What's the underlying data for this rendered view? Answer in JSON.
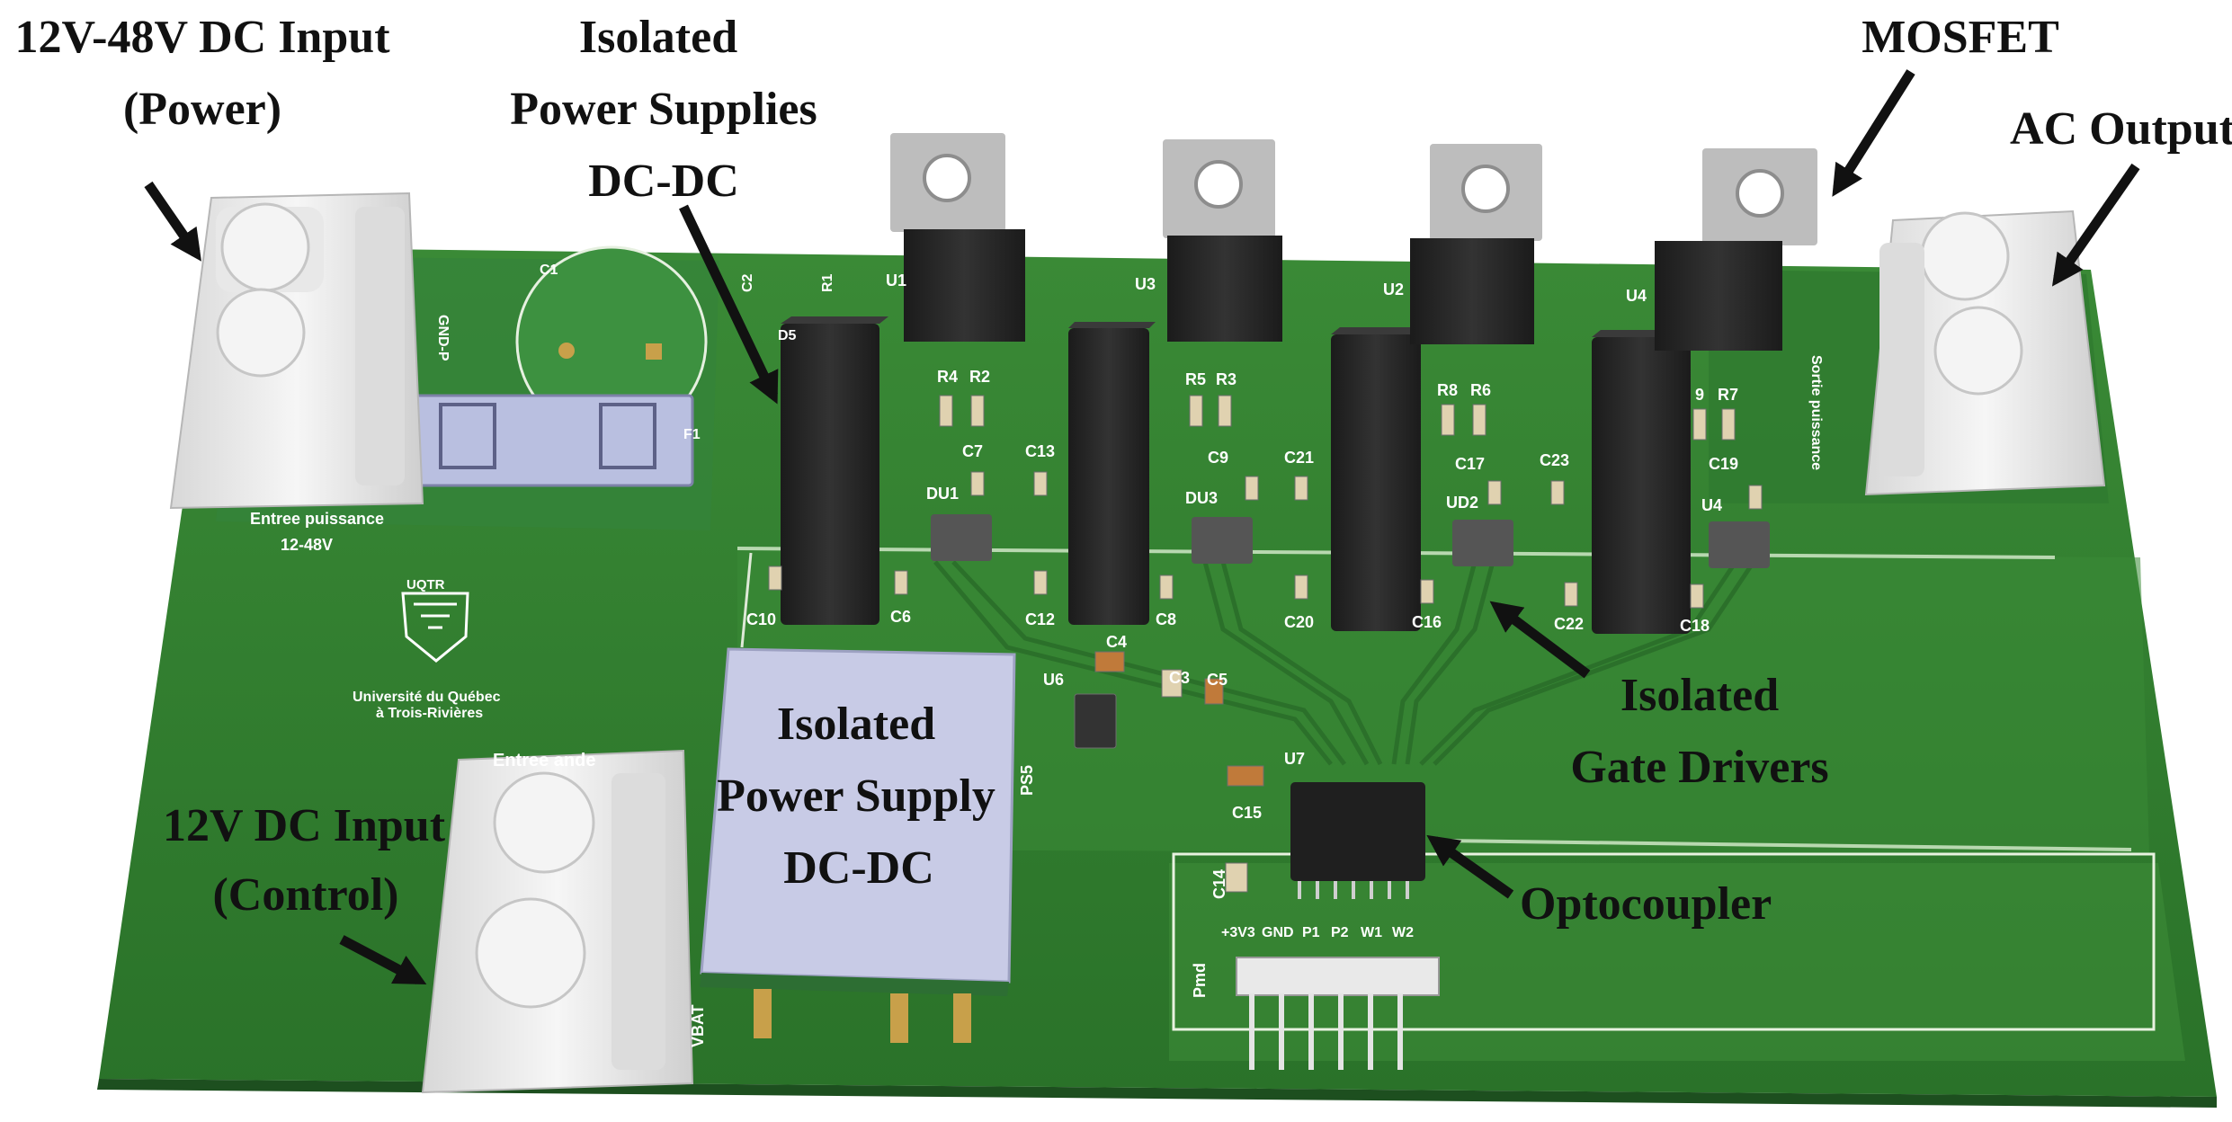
{
  "callouts": {
    "dc_input_power_l1": "12V-48V DC Input",
    "dc_input_power_l2": "(Power)",
    "isolated_supplies_l1": "Isolated",
    "isolated_supplies_l2": "Power Supplies",
    "isolated_supplies_l3": "DC-DC",
    "mosfet": "MOSFET",
    "ac_output": "AC Output",
    "gate_drivers_l1": "Isolated",
    "gate_drivers_l2": "Gate Drivers",
    "optocoupler": "Optocoupler",
    "control_input_l1": "12V DC Input",
    "control_input_l2": "(Control)",
    "iso_supply_l1": "Isolated",
    "iso_supply_l2": "Power Supply",
    "iso_supply_l3": "DC-DC"
  },
  "silkscreen": {
    "entree_puissance": "Entree puissance",
    "range": "12-48V",
    "gnd_p": "GND-P",
    "c1": "C1",
    "sortie_puissance": "Sortie puissance",
    "university_logo": "UQTR",
    "university_name_l1": "Université du Québec",
    "university_name_l2": "à Trois-Rivières",
    "entree_commande_partial": "Entree     ande",
    "vbat": "VBAT",
    "ps5": "PS5",
    "pmd": "Pmd",
    "u6": "U6",
    "u7": "U7",
    "c3": "C3",
    "c4": "C4",
    "c5": "C5",
    "c14": "C14",
    "c15": "C15",
    "mosfets": [
      "U1",
      "U3",
      "U2",
      "U4"
    ],
    "drivers": [
      "DU1",
      "DU3",
      "UD2",
      "U4"
    ],
    "resistor_pairs": [
      [
        "R4",
        "R2"
      ],
      [
        "R5",
        "R3"
      ],
      [
        "R8",
        "R6"
      ],
      [
        "9",
        "R7"
      ]
    ],
    "caps_top": [
      "C7",
      "C13",
      "C9",
      "C21",
      "C17",
      "C23",
      "C19"
    ],
    "caps_bottom": [
      "C10",
      "C6",
      "C12",
      "C8",
      "C20",
      "C16",
      "C22",
      "C18"
    ],
    "misc": [
      "C2",
      "R1",
      "D5",
      "F1"
    ],
    "header_pins": [
      "+3V3",
      "GND",
      "P1",
      "P2",
      "W1",
      "W2"
    ]
  },
  "colors": {
    "pcb": "#2f7d2e",
    "pcb_dark": "#1f5e22",
    "trace": "#2a6e2a",
    "component_black": "#262626",
    "tab_metal": "#c9c9c9",
    "connector": "#e9e9e9",
    "dcdc_module": "#c8cbe6",
    "pads": "#c8a04a",
    "arrow": "#111111"
  },
  "icons": [
    "arrow-icon",
    "pcb-board-icon",
    "university-logo-icon"
  ]
}
